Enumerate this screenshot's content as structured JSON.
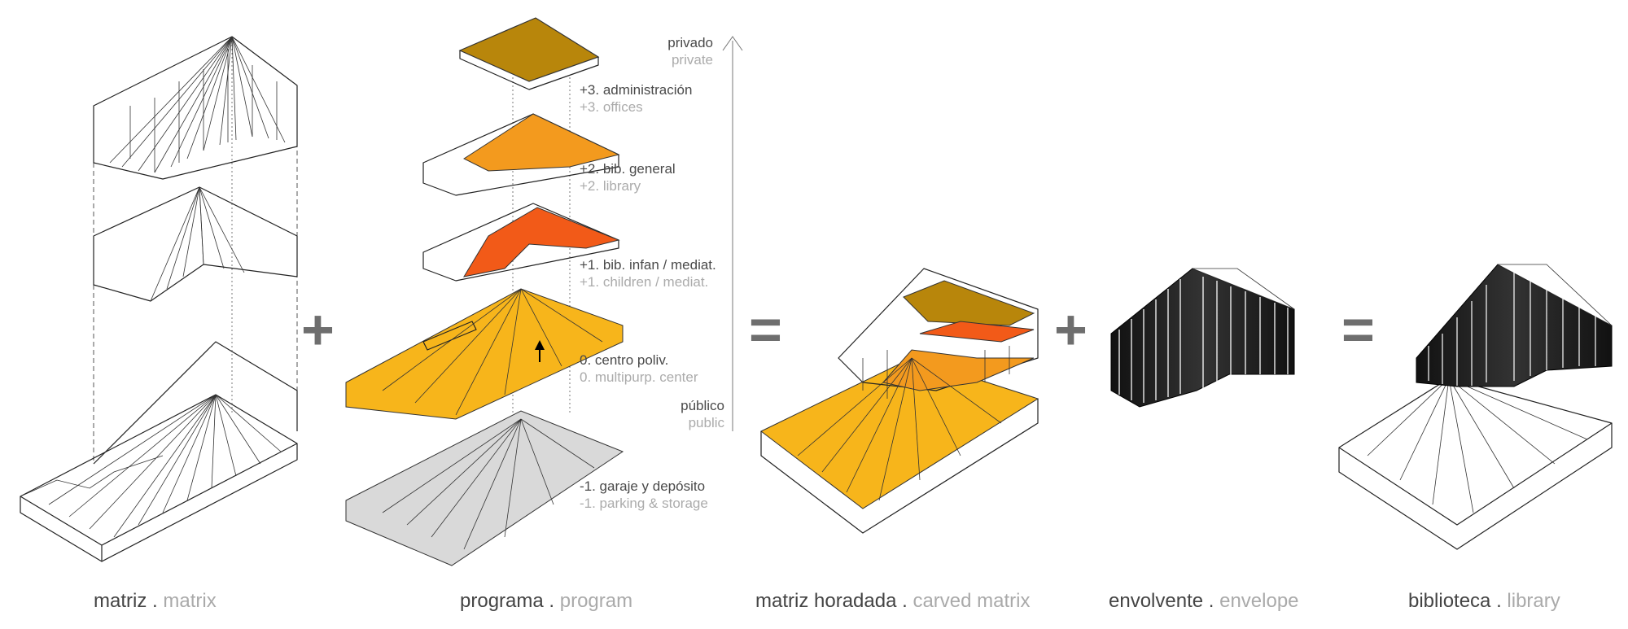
{
  "captions": {
    "matrix": {
      "es": "matriz",
      "sep": " . ",
      "en": "matrix"
    },
    "program": {
      "es": "programa",
      "sep": " . ",
      "en": "program"
    },
    "carved": {
      "es": "matriz horadada",
      "sep": " . ",
      "en": "carved matrix"
    },
    "envelope": {
      "es": "envolvente",
      "sep": " . ",
      "en": "envelope"
    },
    "library": {
      "es": "biblioteca",
      "sep": " . ",
      "en": "library"
    }
  },
  "operators": {
    "plus": "+",
    "equals": "="
  },
  "scale": {
    "top": {
      "es": "privado",
      "en": "private"
    },
    "bottom": {
      "es": "público",
      "en": "public"
    }
  },
  "levels": [
    {
      "es": "+3. administración",
      "en": "+3. offices",
      "color": "#b8860b"
    },
    {
      "es": "+2. bib. general",
      "en": "+2. library",
      "color": "#f39a1e"
    },
    {
      "es": "+1. bib. infan / mediat.",
      "en": "+1. children / mediat.",
      "color": "#f25a18"
    },
    {
      "es": "0. centro poliv.",
      "en": "0. multipurp. center",
      "color": "#f7b51b"
    },
    {
      "es": "-1. garaje y depósito",
      "en": "-1. parking & storage",
      "color": "#d9d9d9"
    }
  ]
}
